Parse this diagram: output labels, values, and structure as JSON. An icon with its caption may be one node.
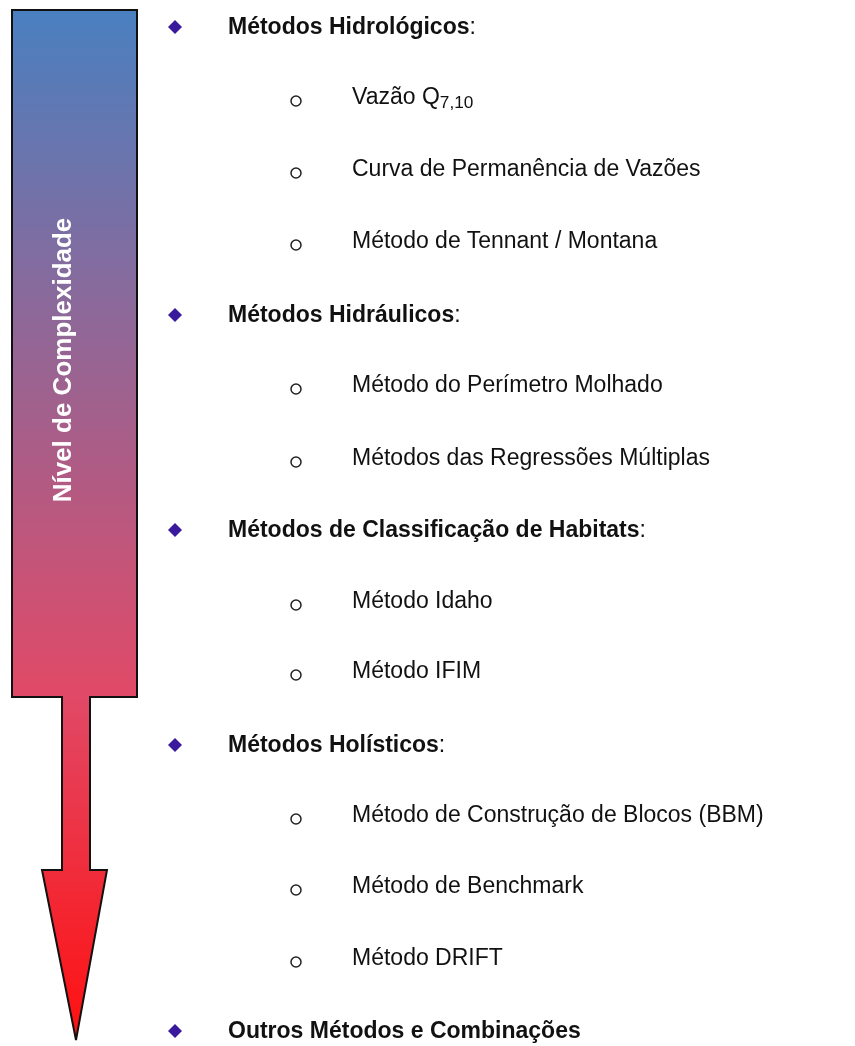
{
  "diagram": {
    "nodes": [
      {
        "text": [
          "Nível de Complexidade"
        ]
      }
    ],
    "labels": [
      "**Métodos Hidrológicos**:",
      "Vazão Q$_{7,10}$",
      "Curva de Permanência de Vazões",
      "Método de Tennant / Montana",
      "**Métodos Hidráulicos**:",
      "Método do Perímetro Molhado",
      "Métodos das Regressões Múltiplas",
      "**Métodos de Classificação de Habitats**:",
      "Método Idaho",
      "Método IFIM",
      "**Métodos Holísticos**:",
      "Método de Construção de Blocos (BBM)",
      "Método de Benchmark",
      "Método DRIFT",
      "**Outros Métodos e Combinações**"
    ]
  }
}
